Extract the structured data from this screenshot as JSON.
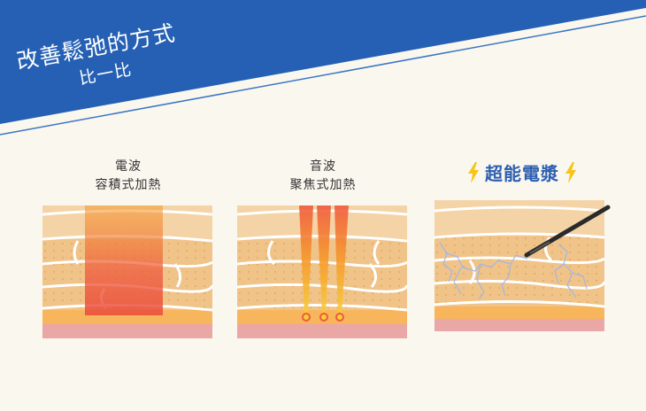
{
  "header": {
    "title": "改善鬆弛的方式",
    "subtitle": "比一比",
    "colors": {
      "banner": "#2560b4",
      "accent_line": "#3b76c4"
    }
  },
  "methods": [
    {
      "line1": "電波",
      "line2": "容積式加熱"
    },
    {
      "line1": "音波",
      "line2": "聚焦式加熱"
    },
    {
      "label": "超能電漿",
      "icon": "lightning-bolt-icon",
      "label_color": "#2d5fb0"
    }
  ],
  "colors": {
    "skin_top": "#f4d3a6",
    "skin_mid": "#f0c389",
    "skin_base": "#f7b55c",
    "pink_layer": "#e9a7a6",
    "rf_heat": "#ee5a3c",
    "plasma": "#9bb7ee"
  }
}
